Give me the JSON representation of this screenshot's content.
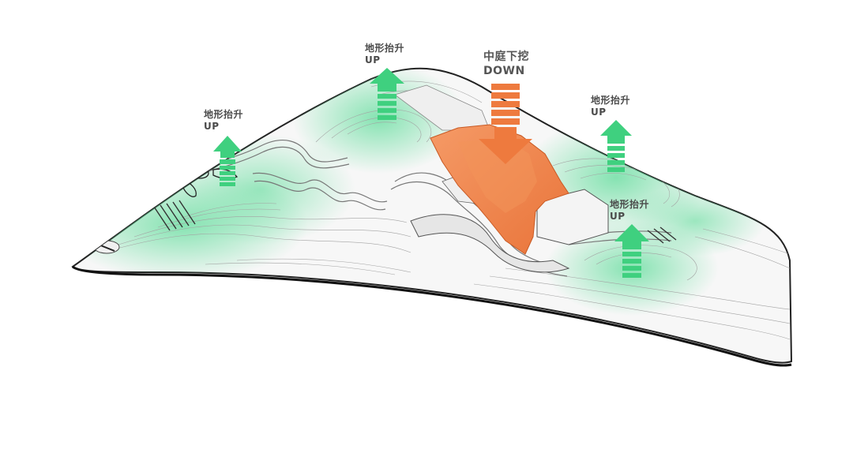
{
  "labels": {
    "up_1": {
      "cn": "地形抬升",
      "en": "UP"
    },
    "up_2": {
      "cn": "地形抬升",
      "en": "UP"
    },
    "down": {
      "cn": "中庭下挖",
      "en": "DOWN"
    },
    "up_3": {
      "cn": "地形抬升",
      "en": "UP"
    },
    "up_4": {
      "cn": "地形抬升",
      "en": "UP"
    }
  },
  "colors": {
    "terrain_raise": "#5fdc9a",
    "arrow_up": "#3fd07f",
    "courtyard_sink": "#f0874f",
    "arrow_down": "#ee7a3e",
    "outline": "#222222",
    "contour": "#9a9a9a"
  },
  "icons": {
    "up_arrow": "up-arrow-icon",
    "down_arrow": "down-arrow-icon"
  }
}
